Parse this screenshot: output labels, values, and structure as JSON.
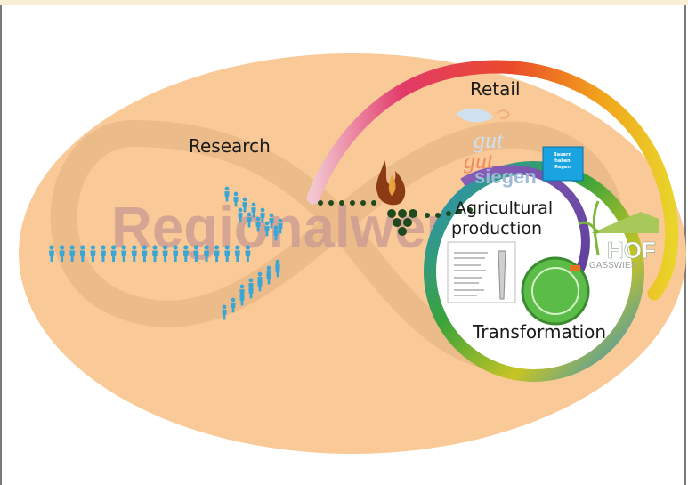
{
  "labels": {
    "research": "Research",
    "retail": "Retail",
    "agri_line1": "Agricultural",
    "agri_line2": "production",
    "transformation": "Transformation"
  },
  "watermark": "Regionalwert AG",
  "logos": {
    "gut_word1": "gut",
    "gut_word2": "gut",
    "siegen": "siegen",
    "hof": "HOF",
    "hof_sub": "GASSWIES",
    "blue_tag_line1": "Bauern",
    "blue_tag_line2": "haben",
    "blue_tag_line3": "Regen"
  },
  "colors": {
    "ellipse": "#f9c997",
    "people": "#3aa6d6",
    "dots": "#1e4a1e",
    "flame": "#8a3a14",
    "blue_tag": "#19a3e0"
  },
  "icons": {
    "people": "person-icon",
    "flame": "flame-icon",
    "grapes": "grape-cluster-icon"
  }
}
